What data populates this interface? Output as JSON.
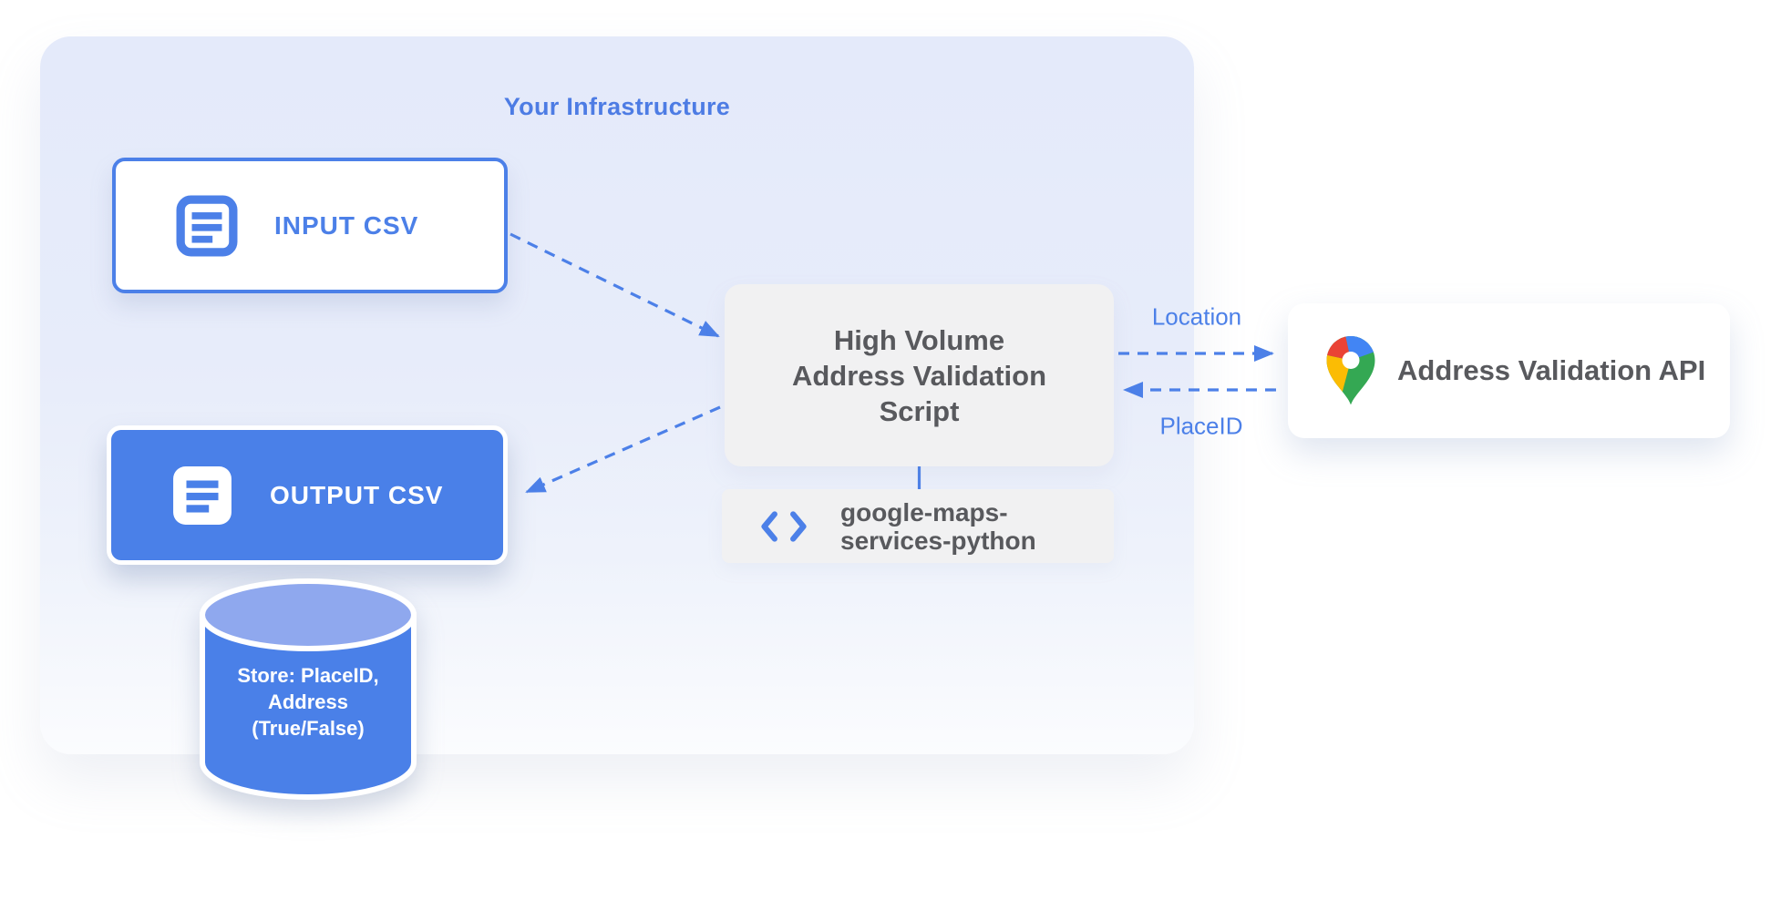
{
  "container": {
    "title": "Your Infrastructure"
  },
  "nodes": {
    "input_csv": {
      "label": "INPUT CSV"
    },
    "output_csv": {
      "label": "OUTPUT CSV"
    },
    "script": {
      "lines": [
        "High Volume",
        "Address Validation",
        "Script"
      ]
    },
    "library": {
      "lines": [
        "google-maps-",
        "services-python"
      ]
    },
    "api": {
      "label": "Address Validation API"
    },
    "datastore": {
      "lines": [
        "Store: PlaceID,",
        "Address",
        "(True/False)"
      ]
    }
  },
  "edges": {
    "location_label": "Location",
    "placeid_label": "PlaceID"
  },
  "icons": {
    "input_icon": "csv-document-icon",
    "output_icon": "csv-document-icon",
    "library_icon": "code-brackets-icon",
    "api_icon": "google-maps-pin-icon",
    "datastore_icon": "database-cylinder"
  },
  "colors": {
    "accent_blue": "#4C80E8",
    "node_blue_fill": "#4A80E8",
    "cylinder_top": "#8FA8EE",
    "container_bg_top": "#E4EAFA",
    "container_bg_bottom": "#FBFCFE",
    "box_gray": "#F1F1F2",
    "text_dark": "#58595D",
    "label_blue": "#4D7CE4",
    "white": "#FFFFFF",
    "pin_blue": "#4285F4",
    "pin_red": "#EA4335",
    "pin_yellow": "#FBBC04",
    "pin_green": "#34A853"
  }
}
